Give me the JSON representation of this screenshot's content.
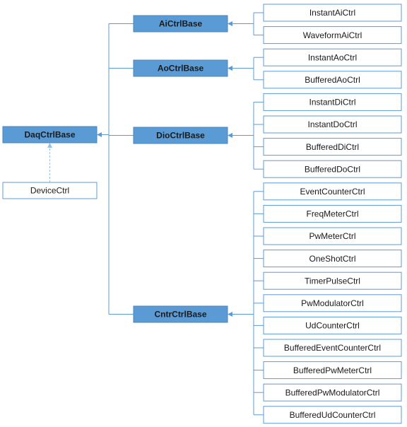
{
  "root": "DaqCtrlBase",
  "device": "DeviceCtrl",
  "groups": [
    {
      "label": "AiCtrlBase",
      "children": [
        "InstantAiCtrl",
        "WaveformAiCtrl"
      ]
    },
    {
      "label": "AoCtrlBase",
      "children": [
        "InstantAoCtrl",
        "BufferedAoCtrl"
      ]
    },
    {
      "label": "DioCtrlBase",
      "children": [
        "InstantDiCtrl",
        "InstantDoCtrl",
        "BufferedDiCtrl",
        "BufferedDoCtrl"
      ]
    },
    {
      "label": "CntrCtrlBase",
      "children": [
        "EventCounterCtrl",
        "FreqMeterCtrl",
        "PwMeterCtrl",
        "OneShotCtrl",
        "TimerPulseCtrl",
        "PwModulatorCtrl",
        "UdCounterCtrl",
        "BufferedEventCounterCtrl",
        "BufferedPwMeterCtrl",
        "BufferedPwModulatorCtrl",
        "BufferedUdCounterCtrl"
      ]
    }
  ],
  "colors": {
    "base_fill": "#5b9bd5",
    "line": "#5b9bd5",
    "leaf_fill": "#ffffff"
  }
}
